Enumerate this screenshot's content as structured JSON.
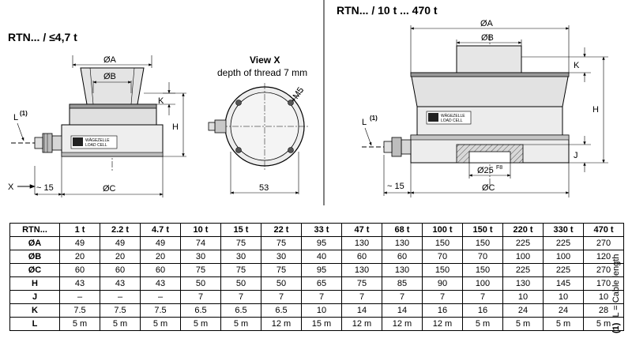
{
  "left_view": {
    "title": "RTN... / ≤4,7 t",
    "dim_A": "ØA",
    "dim_B": "ØB",
    "dim_C": "ØC",
    "dim_H": "H",
    "dim_K": "K",
    "dim_L": "L",
    "note_ref": "(1)",
    "dim_15": "~ 15",
    "view_marker": "X",
    "label_line1": "WÄGEZELLE",
    "label_line2": "LOAD CELL"
  },
  "view_x": {
    "title": "View X",
    "subtitle": "depth of thread 7 mm",
    "thread": "M5",
    "width": "53"
  },
  "right_view": {
    "title": "RTN... / 10 t ... 470 t",
    "dim_A": "ØA",
    "dim_B": "ØB",
    "dim_C": "ØC",
    "dim_H": "H",
    "dim_K": "K",
    "dim_J": "J",
    "dim_L": "L",
    "note_ref": "(1)",
    "dim_15": "~ 15",
    "bore": "Ø25",
    "bore_fit": "F8",
    "label_line1": "WÄGEZELLE",
    "label_line2": "LOAD CELL"
  },
  "table": {
    "header": [
      "RTN...",
      "1 t",
      "2.2 t",
      "4.7 t",
      "10 t",
      "15 t",
      "22 t",
      "33 t",
      "47 t",
      "68 t",
      "100 t",
      "150 t",
      "220 t",
      "330 t",
      "470 t"
    ],
    "rows": [
      {
        "name": "ØA",
        "values": [
          "49",
          "49",
          "49",
          "74",
          "75",
          "75",
          "95",
          "130",
          "130",
          "150",
          "150",
          "225",
          "225",
          "270"
        ]
      },
      {
        "name": "ØB",
        "values": [
          "20",
          "20",
          "20",
          "30",
          "30",
          "30",
          "40",
          "60",
          "60",
          "70",
          "70",
          "100",
          "100",
          "120"
        ]
      },
      {
        "name": "ØC",
        "values": [
          "60",
          "60",
          "60",
          "75",
          "75",
          "75",
          "95",
          "130",
          "130",
          "150",
          "150",
          "225",
          "225",
          "270"
        ]
      },
      {
        "name": "H",
        "values": [
          "43",
          "43",
          "43",
          "50",
          "50",
          "50",
          "65",
          "75",
          "85",
          "90",
          "100",
          "130",
          "145",
          "170"
        ]
      },
      {
        "name": "J",
        "values": [
          "–",
          "–",
          "–",
          "7",
          "7",
          "7",
          "7",
          "7",
          "7",
          "7",
          "7",
          "10",
          "10",
          "10"
        ]
      },
      {
        "name": "K",
        "values": [
          "7.5",
          "7.5",
          "7.5",
          "6.5",
          "6.5",
          "6.5",
          "10",
          "14",
          "14",
          "16",
          "16",
          "24",
          "24",
          "28"
        ]
      },
      {
        "name": "L",
        "values": [
          "5 m",
          "5 m",
          "5 m",
          "5 m",
          "5 m",
          "12 m",
          "15 m",
          "12 m",
          "12 m",
          "12 m",
          "5 m",
          "5 m",
          "5 m",
          "5 m"
        ]
      }
    ]
  },
  "footnote": {
    "ref": "(1)",
    "text": "L = Cable length"
  }
}
